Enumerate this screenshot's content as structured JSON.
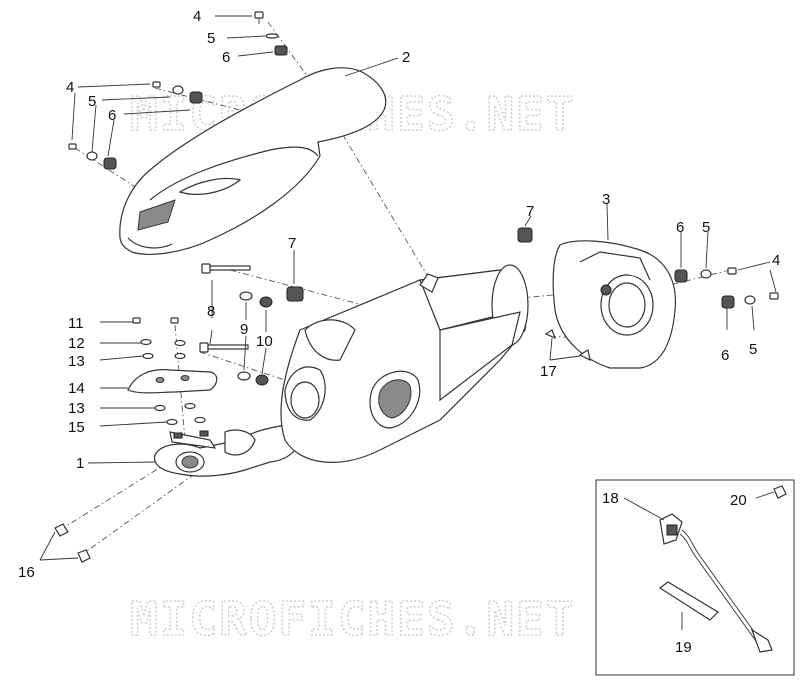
{
  "watermarks": [
    "MICROFICHES.NET",
    "MICROFICHES.NET"
  ],
  "callouts": {
    "c1": "1",
    "c2": "2",
    "c3": "3",
    "c4a": "4",
    "c4b": "4",
    "c4c": "4",
    "c5a": "5",
    "c5b": "5",
    "c5c": "5",
    "c5d": "5",
    "c6a": "6",
    "c6b": "6",
    "c6c": "6",
    "c6d": "6",
    "c7a": "7",
    "c7b": "7",
    "c8": "8",
    "c9": "9",
    "c10": "10",
    "c11": "11",
    "c12": "12",
    "c13a": "13",
    "c13b": "13",
    "c14": "14",
    "c15": "15",
    "c16": "16",
    "c17": "17",
    "c18": "18",
    "c19": "19",
    "c20": "20"
  },
  "colors": {
    "line": "#333333",
    "watermark": "#cfcfcf",
    "background": "#ffffff"
  }
}
